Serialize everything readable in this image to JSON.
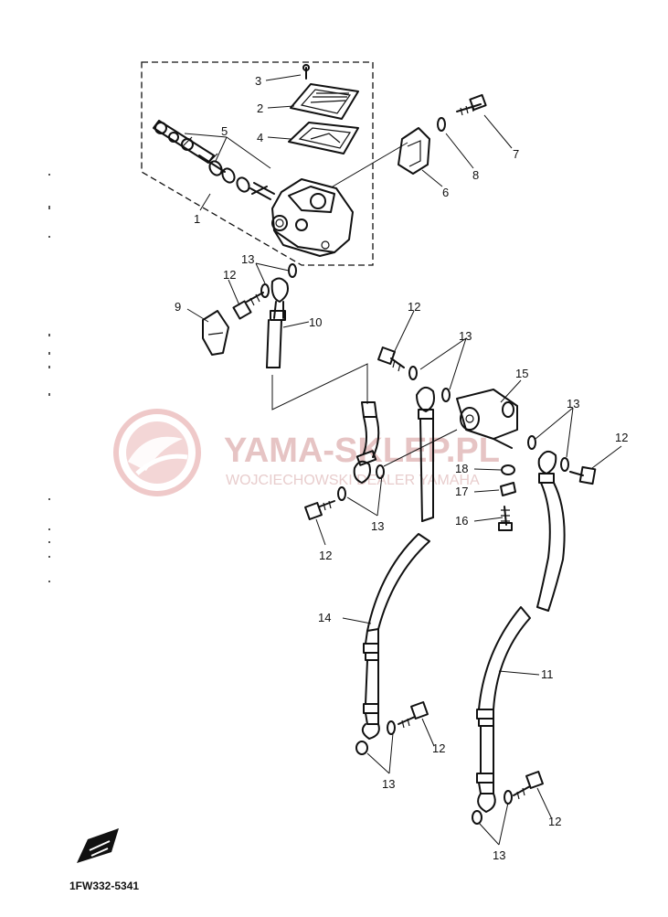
{
  "diagram": {
    "code": "1FW332-5341",
    "watermark": {
      "title": "YAMA-SKLEP.PL",
      "subtitle": "WOJCIECHOWSKI DEALER YAMAHA"
    },
    "callouts": {
      "c1": "1",
      "c2": "2",
      "c3": "3",
      "c4": "4",
      "c5": "5",
      "c6": "6",
      "c7": "7",
      "c8": "8",
      "c9": "9",
      "c10": "10",
      "c11": "11",
      "c12a": "12",
      "c12b": "12",
      "c12c": "12",
      "c12d": "12",
      "c12e": "12",
      "c12f": "12",
      "c13a": "13",
      "c13b": "13",
      "c13c": "13",
      "c13d": "13",
      "c13e": "13",
      "c13f": "13",
      "c14": "14",
      "c15": "15",
      "c16": "16",
      "c17": "17",
      "c18": "18"
    }
  }
}
